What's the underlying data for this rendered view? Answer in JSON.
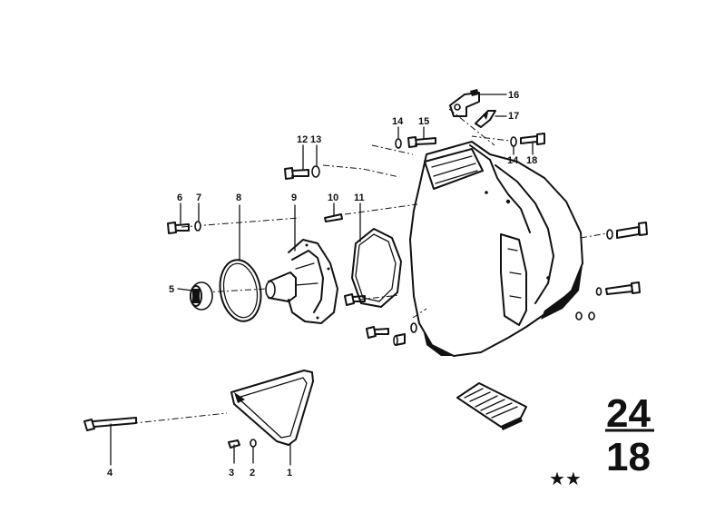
{
  "callouts": [
    {
      "id": "1",
      "label": "1"
    },
    {
      "id": "2",
      "label": "2"
    },
    {
      "id": "3",
      "label": "3"
    },
    {
      "id": "4",
      "label": "4"
    },
    {
      "id": "5",
      "label": "5"
    },
    {
      "id": "6",
      "label": "6"
    },
    {
      "id": "7",
      "label": "7"
    },
    {
      "id": "8",
      "label": "8"
    },
    {
      "id": "9",
      "label": "9"
    },
    {
      "id": "10",
      "label": "10"
    },
    {
      "id": "11",
      "label": "11"
    },
    {
      "id": "12",
      "label": "12"
    },
    {
      "id": "13",
      "label": "13"
    },
    {
      "id": "14a",
      "label": "14"
    },
    {
      "id": "15",
      "label": "15"
    },
    {
      "id": "16",
      "label": "16"
    },
    {
      "id": "17",
      "label": "17"
    },
    {
      "id": "14b",
      "label": "14"
    },
    {
      "id": "18",
      "label": "18"
    }
  ],
  "group_number": {
    "top": "24",
    "bottom": "18"
  },
  "stars": "★★"
}
